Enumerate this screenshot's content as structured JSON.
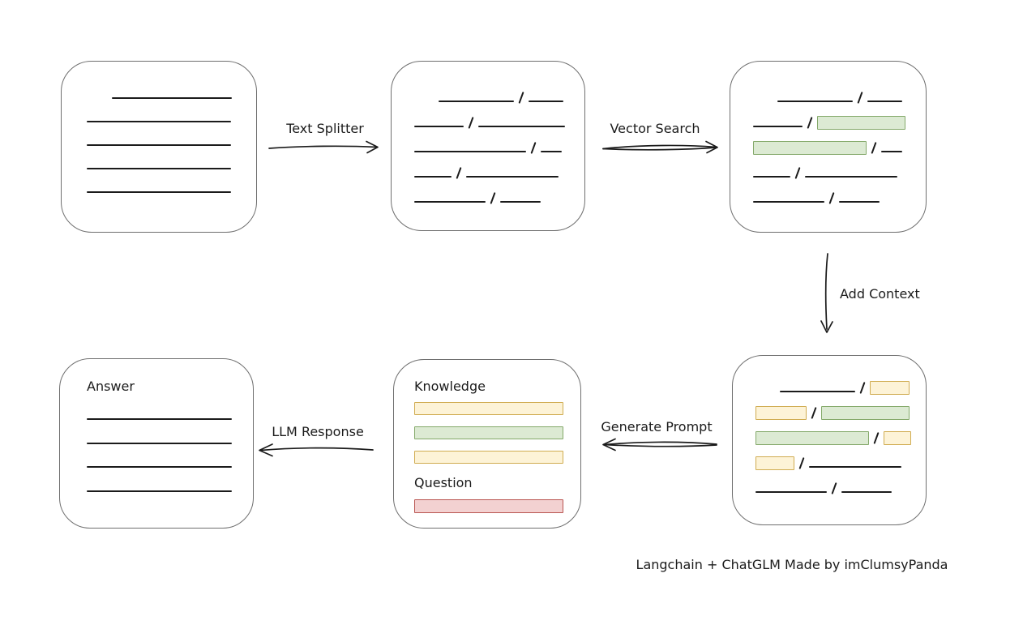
{
  "caption": "Langchain + ChatGLM Made by imClumsyPanda",
  "labels": {
    "text_splitter": "Text Splitter",
    "vector_search": "Vector Search",
    "add_context": "Add Context",
    "generate_prompt": "Generate Prompt",
    "llm_response": "LLM Response",
    "knowledge": "Knowledge",
    "question": "Question",
    "answer": "Answer"
  },
  "colors": {
    "ink": "#1b1b1b",
    "box_border": "#6f6f6f",
    "green_fill": "#dcead3",
    "green_stroke": "#84a96a",
    "yellow_fill": "#fdf3d7",
    "yellow_stroke": "#d0ac51",
    "red_fill": "#f3d1d1",
    "red_stroke": "#b95551"
  },
  "boxes": {
    "document": {
      "lines": [
        {
          "w": 148,
          "ind": 31
        },
        {
          "w": 178,
          "ind": 0
        },
        {
          "w": 178,
          "ind": 0
        },
        {
          "w": 178,
          "ind": 0
        },
        {
          "w": 178,
          "ind": 0
        }
      ]
    },
    "chunks": {
      "rows": [
        [
          {
            "k": "ind",
            "w": 30
          },
          {
            "k": "line",
            "w": 93
          },
          {
            "k": "slash"
          },
          {
            "k": "line",
            "w": 43
          }
        ],
        [
          {
            "k": "line",
            "w": 61
          },
          {
            "k": "slash"
          },
          {
            "k": "line",
            "w": 107
          }
        ],
        [
          {
            "k": "line",
            "w": 138
          },
          {
            "k": "slash"
          },
          {
            "k": "line",
            "w": 26
          }
        ],
        [
          {
            "k": "line",
            "w": 46
          },
          {
            "k": "slash"
          },
          {
            "k": "line",
            "w": 114
          }
        ],
        [
          {
            "k": "line",
            "w": 88
          },
          {
            "k": "slash"
          },
          {
            "k": "line",
            "w": 50
          }
        ]
      ]
    },
    "retrieved": {
      "rows": [
        [
          {
            "k": "ind",
            "w": 30
          },
          {
            "k": "line",
            "w": 93
          },
          {
            "k": "slash"
          },
          {
            "k": "line",
            "w": 43
          }
        ],
        [
          {
            "k": "line",
            "w": 61
          },
          {
            "k": "slash"
          },
          {
            "k": "green",
            "w": 107
          }
        ],
        [
          {
            "k": "green",
            "w": 138
          },
          {
            "k": "slash"
          },
          {
            "k": "line",
            "w": 26
          }
        ],
        [
          {
            "k": "line",
            "w": 46
          },
          {
            "k": "slash"
          },
          {
            "k": "line",
            "w": 114
          }
        ],
        [
          {
            "k": "line",
            "w": 88
          },
          {
            "k": "slash"
          },
          {
            "k": "line",
            "w": 50
          }
        ]
      ]
    },
    "context": {
      "rows": [
        [
          {
            "k": "ind",
            "w": 30
          },
          {
            "k": "line",
            "w": 93
          },
          {
            "k": "slash"
          },
          {
            "k": "yellow",
            "w": 47
          }
        ],
        [
          {
            "k": "yellow",
            "w": 61
          },
          {
            "k": "slash"
          },
          {
            "k": "green",
            "w": 107
          }
        ],
        [
          {
            "k": "green",
            "w": 138
          },
          {
            "k": "slash"
          },
          {
            "k": "yellow",
            "w": 32
          }
        ],
        [
          {
            "k": "yellow",
            "w": 46
          },
          {
            "k": "slash"
          },
          {
            "k": "line",
            "w": 114
          }
        ],
        [
          {
            "k": "line",
            "w": 88
          },
          {
            "k": "slash"
          },
          {
            "k": "line",
            "w": 62
          }
        ]
      ]
    },
    "prompt": {
      "knowledge_bars": [
        {
          "color": "yellow"
        },
        {
          "color": "green"
        },
        {
          "color": "yellow"
        }
      ],
      "question_bars": [
        {
          "color": "red"
        }
      ]
    },
    "answer": {
      "lines": [
        {
          "w": 179,
          "ind": 0
        },
        {
          "w": 179,
          "ind": 0
        },
        {
          "w": 179,
          "ind": 0
        },
        {
          "w": 179,
          "ind": 0
        }
      ]
    }
  }
}
